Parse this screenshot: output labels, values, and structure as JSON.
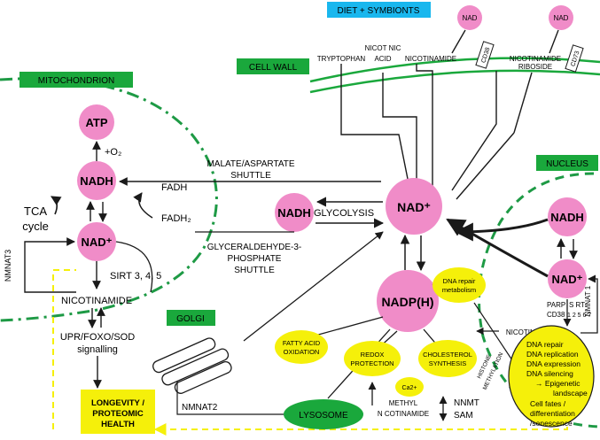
{
  "labels": {
    "diet": "DIET + SYMBIONTS",
    "cell_wall": "CELL WALL",
    "mitochondrion": "MITOCHONDRION",
    "nucleus": "NUCLEUS",
    "golgi": "GOLGI",
    "longevity_1": "LONGEVITY /",
    "longevity_2": "PROTEOMIC",
    "longevity_3": "HEALTH"
  },
  "nodes": {
    "atp": "ATP",
    "nadh_mito": "NADH",
    "nadplus_mito": "NAD⁺",
    "nadh_cyto": "NADH",
    "nadplus_center": "NAD⁺",
    "nadph": "NADP(H)",
    "nadh_nucleus": "NADH",
    "nadplus_nucleus": "NAD⁺",
    "nad_top1": "NAD",
    "nad_top2": "NAD",
    "lysosome": "LYSOSOME"
  },
  "yellow": {
    "dna_repair_1": "DNA repair",
    "dna_repair_2": "metabolism",
    "fatty_1": "FATTY ACID",
    "fatty_2": "OXIDATION",
    "redox_1": "REDOX",
    "redox_2": "PROTECTION",
    "chol_1": "CHOLESTEROL",
    "chol_2": "SYNTHESIS",
    "ca": "Ca2+"
  },
  "text": {
    "tryptophan": "TRYPTOPHAN",
    "nicotinic_1": "NICOT NIC",
    "nicotinic_2": "ACID",
    "nicotinamide_top": "NICOTINAMIDE",
    "cd38_box": "CD38",
    "nr_1": "NICOTINAMIDE",
    "nr_2": "RIBOSIDE",
    "cd73_box": "CD73",
    "o2": "+O₂",
    "tca_1": "TCA",
    "tca_2": "cycle",
    "fadh": "FADH",
    "fadh2": "FADH₂",
    "nmnat3": "NMNAT3",
    "sirt345": "SIRT 3, 4, 5",
    "nicotinamide_mito": "NICOTINAMIDE",
    "upr_1": "UPR/FOXO/SOD",
    "upr_2": "signalling",
    "malate_1": "MALATE/ASPARTATE",
    "malate_2": "SHUTTLE",
    "glycolysis": "GLYCOLYSIS",
    "glyc3p_1": "GLYCERALDEHYDE-3-",
    "glyc3p_2": "PHOSPHATE",
    "glyc3p_3": "SHUTTLE",
    "nmnat2": "NMNAT2",
    "parp": "PARP",
    "cd38_n": "CD38",
    "sirt_n": "S RT",
    "sirt_nums": "1 2 5 6 7",
    "nmnat1": "NMNAT 1",
    "nicotinamide_nuc": "NICOTINAMIDE",
    "histone_1": "HISTONE",
    "histone_2": "METHYLATION",
    "methyl_1": "METHYL",
    "methyl_2": "N COTINAMIDE",
    "nnmt": "NNMT",
    "sam": "SAM",
    "nuc_1": "DNA repair",
    "nuc_2": "DNA replication",
    "nuc_3": "DNA expression",
    "nuc_4": "DNA silencing",
    "nuc_5": "→ Epigenetic",
    "nuc_6": "landscape",
    "nuc_7": "Cell fates /",
    "nuc_8": "differentiation",
    "nuc_9": "/senescence"
  },
  "colors": {
    "pink": "#f08cc8",
    "yellow": "#f5f00a",
    "green": "#1aa83c",
    "dark_green": "#1e9a45",
    "cyan": "#19b7ee",
    "line": "#1a1a1a"
  }
}
